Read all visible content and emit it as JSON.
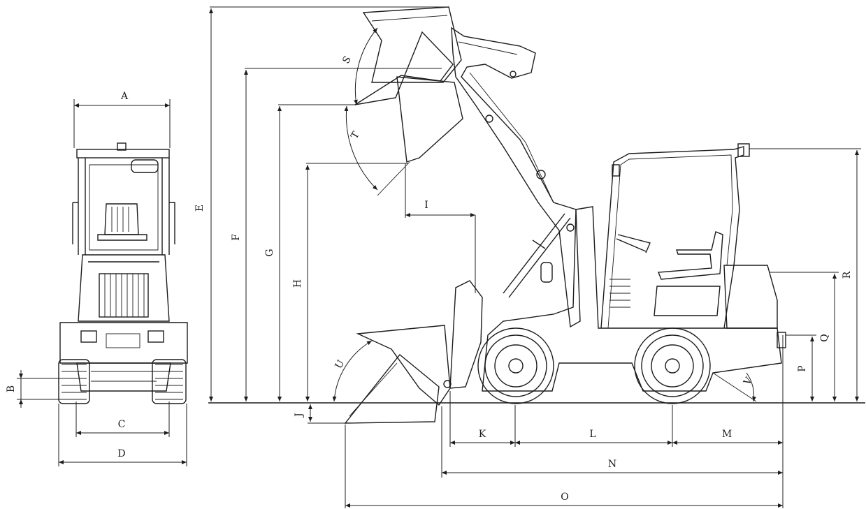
{
  "labels": {
    "A": "A",
    "B": "B",
    "C": "C",
    "D": "D",
    "E": "E",
    "F": "F",
    "G": "G",
    "H": "H",
    "I": "I",
    "J": "J",
    "K": "K",
    "L": "L",
    "M": "M",
    "N": "N",
    "O": "O",
    "P": "P",
    "Q": "Q",
    "R": "R",
    "S": "S",
    "T": "T",
    "U": "U",
    "V": "V"
  }
}
